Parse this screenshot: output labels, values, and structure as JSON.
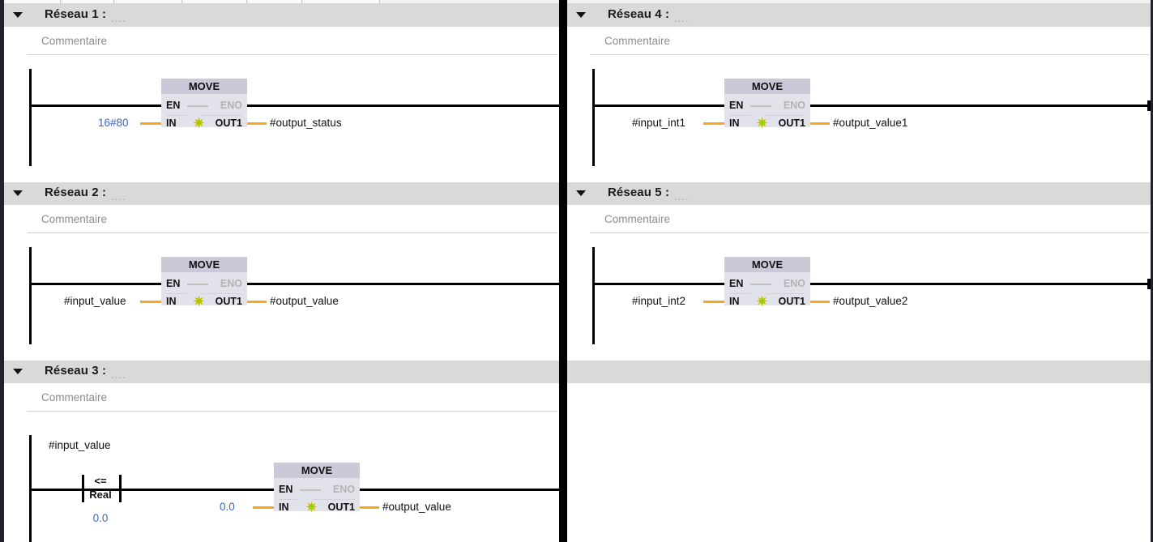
{
  "app": {
    "language": "fr",
    "colors": {
      "header_bar": "#d9d9d9",
      "box_body": "#e2e2ea",
      "box_header": "#c9c9d8",
      "wire": "#f5a623",
      "constant_text": "#3b66c4",
      "comment_text": "#8c8c8c",
      "splitter": "#000000"
    }
  },
  "labels": {
    "comment_placeholder": "Commentaire",
    "title_dots": "....",
    "en": "EN",
    "eno": "ENO",
    "in": "IN",
    "out1": "OUT1",
    "move": "MOVE"
  },
  "panes": [
    {
      "name": "left-pane",
      "networks": [
        {
          "id": "network-1",
          "title": "Réseau 1 :",
          "dots": "....",
          "comment": "Commentaire",
          "blocks": [
            {
              "type": "move",
              "name": "MOVE",
              "in_operand": "16#80",
              "in_is_constant": true,
              "out_operand": "#output_status",
              "out_is_constant": false
            }
          ],
          "contacts": []
        },
        {
          "id": "network-2",
          "title": "Réseau 2 :",
          "dots": "....",
          "comment": "Commentaire",
          "blocks": [
            {
              "type": "move",
              "name": "MOVE",
              "in_operand": "#input_value",
              "in_is_constant": false,
              "out_operand": "#output_value",
              "out_is_constant": false
            }
          ],
          "contacts": []
        },
        {
          "id": "network-3",
          "title": "Réseau 3 :",
          "dots": "....",
          "comment": "Commentaire",
          "blocks": [
            {
              "type": "move",
              "name": "MOVE",
              "in_operand": "0.0",
              "in_is_constant": true,
              "out_operand": "#output_value",
              "out_is_constant": false
            }
          ],
          "contacts": [
            {
              "type": "compare",
              "operand": "#input_value",
              "operator": "<=",
              "datatype": "Real",
              "compare_value": "0.0"
            }
          ]
        }
      ]
    },
    {
      "name": "right-pane",
      "networks": [
        {
          "id": "network-4",
          "title": "Réseau 4 :",
          "dots": "....",
          "comment": "Commentaire",
          "blocks": [
            {
              "type": "move",
              "name": "MOVE",
              "in_operand": "#input_int1",
              "in_is_constant": false,
              "out_operand": "#output_value1",
              "out_is_constant": false
            }
          ],
          "contacts": []
        },
        {
          "id": "network-5",
          "title": "Réseau 5 :",
          "dots": "....",
          "comment": "Commentaire",
          "blocks": [
            {
              "type": "move",
              "name": "MOVE",
              "in_operand": "#input_int2",
              "in_is_constant": false,
              "out_operand": "#output_value2",
              "out_is_constant": false
            }
          ],
          "contacts": []
        }
      ]
    }
  ]
}
